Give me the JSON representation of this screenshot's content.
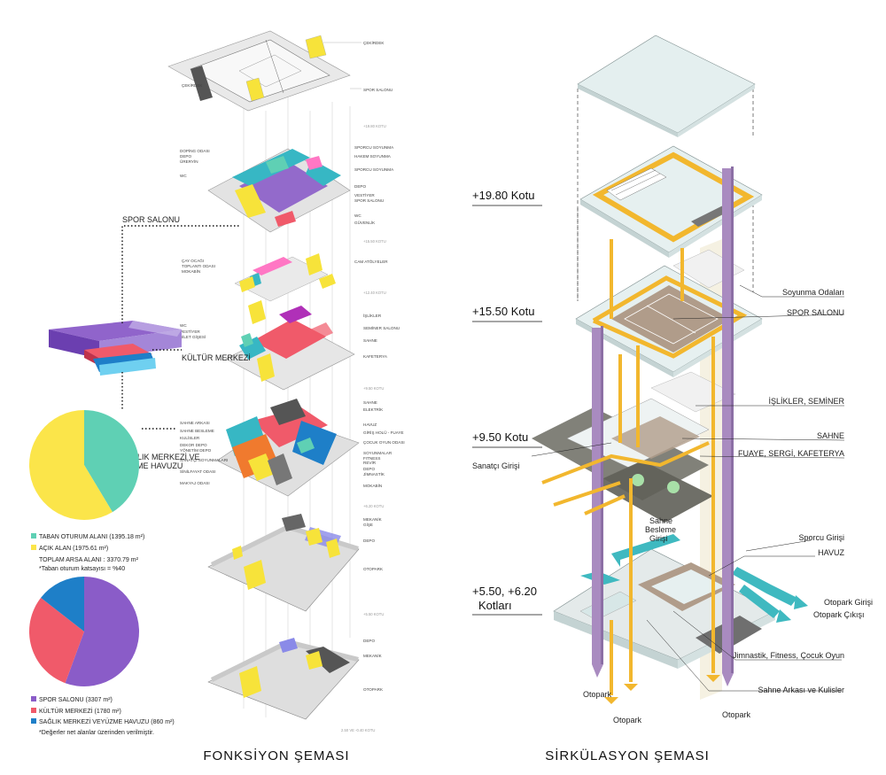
{
  "captions": {
    "left": "FONKSİYON ŞEMASI",
    "right": "SİRKÜLASYON ŞEMASI"
  },
  "left": {
    "callouts": {
      "spor": "SPOR SALONU",
      "kultur": "KÜLTÜR MERKEZİ",
      "saglik_1": "SAĞLIK MERKEZİ VE",
      "saglik_2": "YÜZME HAVUZU"
    },
    "pie1": {
      "values": [
        1395.18,
        1975.61
      ],
      "colors": [
        "#5fd0b4",
        "#fbe54a"
      ],
      "legend": [
        "TABAN OTURUM ALANI (1395.18 m²)",
        "AÇIK ALAN (1975.61 m²)"
      ],
      "total": "TOPLAM ARSA ALANI : 3370.79 m²",
      "note": "*Taban oturum katsayısı = %40"
    },
    "pie2": {
      "values": [
        3307,
        1780,
        860
      ],
      "colors": [
        "#8a5cc8",
        "#f05a6a",
        "#1e7fc8"
      ],
      "legend": [
        "SPOR SALONU (3307 m²)",
        "KÜLTÜR MERKEZİ (1780 m²)",
        "SAĞLIK MERKEZİ VEYÜZME HAVUZU (860 m²)"
      ],
      "note": "*Değerler net alanlar üzerinden verilmiştir."
    },
    "labels": {
      "cevirdek_top": "ÇEKİRDEK",
      "cevirdek_left": "ÇEKİRDEK",
      "spor_salonu": "SPOR SALONU",
      "kot1": "+19.80 KOTU",
      "sporcu_soy": "SPORCU SOYUNMA",
      "doping": "DOPİNG ODASI",
      "depo_a": "DEPO",
      "ursyon": "ÜRERYİN",
      "hakem_soy": "HAKEM SOYUNMA",
      "sporcu_soy2": "SPORCU SOYUNMA",
      "wc_a": "WC",
      "depo_b": "DEPO",
      "vestiyer": "VESTİYER",
      "spor_salonu2": "SPOR SALONU",
      "wc_b": "WC",
      "guvenlik": "GÜVENLİK",
      "kot2": "+15.50 KOTU",
      "cay": "ÇAY OCAĞI",
      "toplanti": "TOPLANTI ODASI",
      "mokabin": "MOKABİN",
      "cam_isilik": "CAM ATÖLYELER",
      "kot3": "+12.40 KOTU",
      "wc_c": "WC",
      "vestiyer2": "VESTİYER",
      "bilet": "BİLET GİŞESİ",
      "islikler": "İŞLİKLER",
      "seminer": "SEMİNER SALONU",
      "sahne": "SAHNE",
      "kafeterya": "KAFETERYA",
      "kot4": "+9.50 KOTU",
      "sahne2": "SAHNE",
      "elektrik": "ELEKTRİK",
      "havuz": "HAVUZ",
      "giris_holu": "GİRİŞ HOLÜ - FUAYE",
      "cocuk_oyun": "ÇOCUK OYUN ODASI",
      "sahne_arkasi": "SAHNE ARKASI",
      "sahne_besleme": "SAHNE BESLEME",
      "kulisler": "KULİSLER",
      "dekor": "DEKOR DEPO",
      "yonetim": "YÖNETİM DEPO",
      "sanatci_soy": "SANATÇI SOYUNMALARI",
      "soyunmalar": "SOYUNMALAR",
      "fitness": "FITNESS",
      "revir": "REVİR",
      "depo_c": "DEPO",
      "jimnastik": "JİMNASTİK",
      "sinlfayat": "SİNİLFAYAT ODASI",
      "mokabin2": "MOKABİN",
      "makyaj": "MAKYAJ ODASI",
      "kot5": "+6.20 KOTU",
      "mekanik": "MEKANİK",
      "gisei": "GİŞE",
      "depo_d": "DEPO",
      "otopark": "OTOPARK",
      "kot6": "+5.50 KOTU",
      "depo_e": "DEPO",
      "mekanik2": "MEKANİK",
      "otopark2": "OTOPARK",
      "kot7": "2.50 VE -0.40 KOTU"
    }
  },
  "right": {
    "levels": {
      "l1": "+19.80  Kotu",
      "l2": "+15.50  Kotu",
      "l3": "+9.50  Kotu",
      "l4a": "+5.50, +6.20",
      "l4b": "Kotları"
    },
    "labels": {
      "soyunma": "Soyunma Odaları",
      "spor": "SPOR SALONU",
      "islikler": "İŞLİKLER, SEMİNER",
      "sahne": "SAHNE",
      "fuaye": "FUAYE, SERGİ, KAFETERYA",
      "sanatci": "Sanatçı Girişi",
      "sahne_besleme_1": "Sahne",
      "sahne_besleme_2": "Besleme",
      "sahne_besleme_3": "Girişi",
      "sporcu": "Sporcu Girişi",
      "havuz": "HAVUZ",
      "otopark_giris": "Otopark Girişi",
      "otopark_cikis": "Otopark Çıkışı",
      "jimnastik": "Jimnastik, Fitness, Çocuk Oyun",
      "sahne_arkasi": "Sahne Arkası ve Kulisler",
      "otopark_a": "Otopark",
      "otopark_b": "Otopark",
      "otopark_c": "Otopark"
    }
  },
  "colors": {
    "yellow": "#f2b72e",
    "purple": "#a98bc0",
    "teal": "#3fb9c0",
    "slab": "#e6f0f0",
    "dark": "#6f6f6f"
  }
}
